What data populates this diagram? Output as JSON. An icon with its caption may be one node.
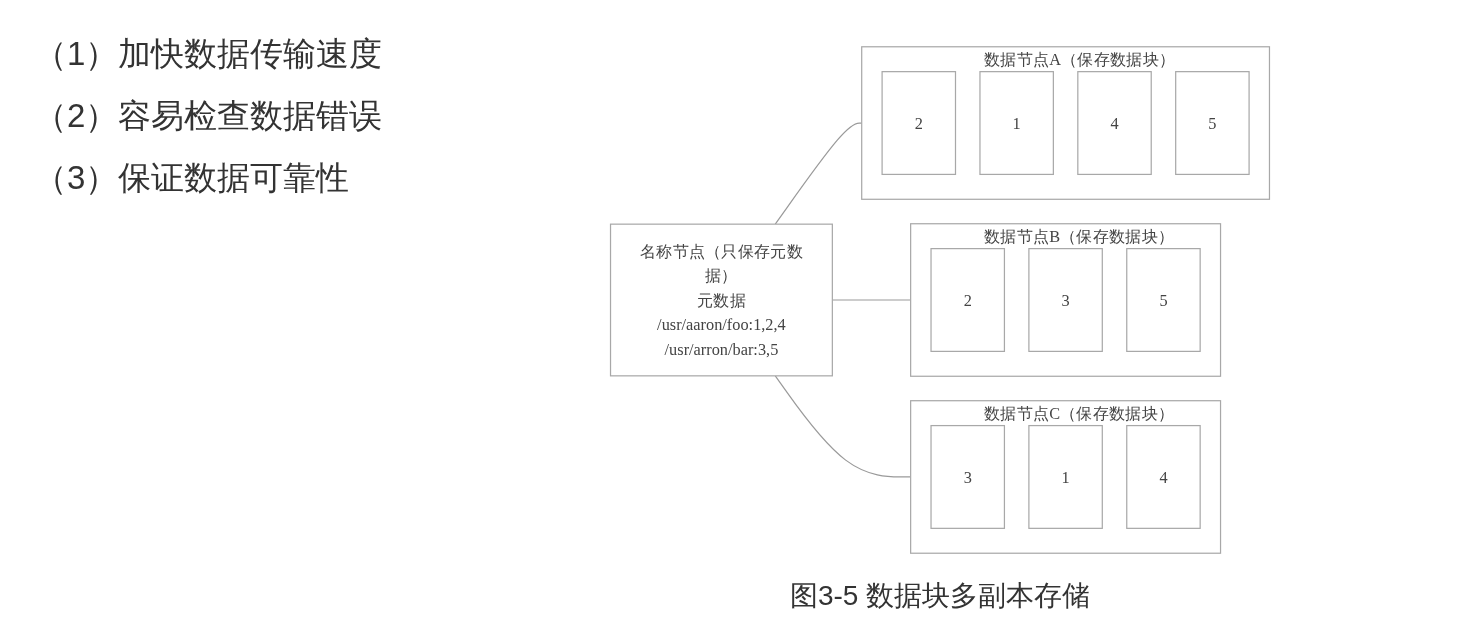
{
  "diagram": {
    "caption": "图3-5 数据块多副本存储",
    "nodes": [
      {
        "text": [
          "名称节点（只保存元数据）",
          "元数据",
          "/usr/aaron/foo:1,2,4",
          "/usr/arron/bar:3,5"
        ]
      },
      {
        "text": [
          "数据节点A（保存数据块）"
        ]
      },
      {
        "text": [
          "2"
        ],
        "in": 1
      },
      {
        "text": [
          "1"
        ],
        "in": 1
      },
      {
        "text": [
          "4"
        ],
        "in": 1
      },
      {
        "text": [
          "5"
        ],
        "in": 1
      },
      {
        "text": [
          "数据节点B（保存数据块）"
        ]
      },
      {
        "text": [
          "2"
        ],
        "in": 6
      },
      {
        "text": [
          "3"
        ],
        "in": 6
      },
      {
        "text": [
          "5"
        ],
        "in": 6
      },
      {
        "text": [
          "数据节点C（保存数据块）"
        ]
      },
      {
        "text": [
          "3"
        ],
        "in": 10
      },
      {
        "text": [
          "1"
        ],
        "in": 10
      },
      {
        "text": [
          "4"
        ],
        "in": 10
      }
    ],
    "edges": [
      {
        "from": 0,
        "to": 1,
        "arrow": "none"
      },
      {
        "from": 0,
        "to": 6,
        "arrow": "none"
      },
      {
        "from": 0,
        "to": 10,
        "arrow": "none"
      }
    ],
    "labels": [
      "（1）加快数据传输速度",
      "（2）容易检查数据错误",
      "（3）保证数据可靠性"
    ]
  }
}
